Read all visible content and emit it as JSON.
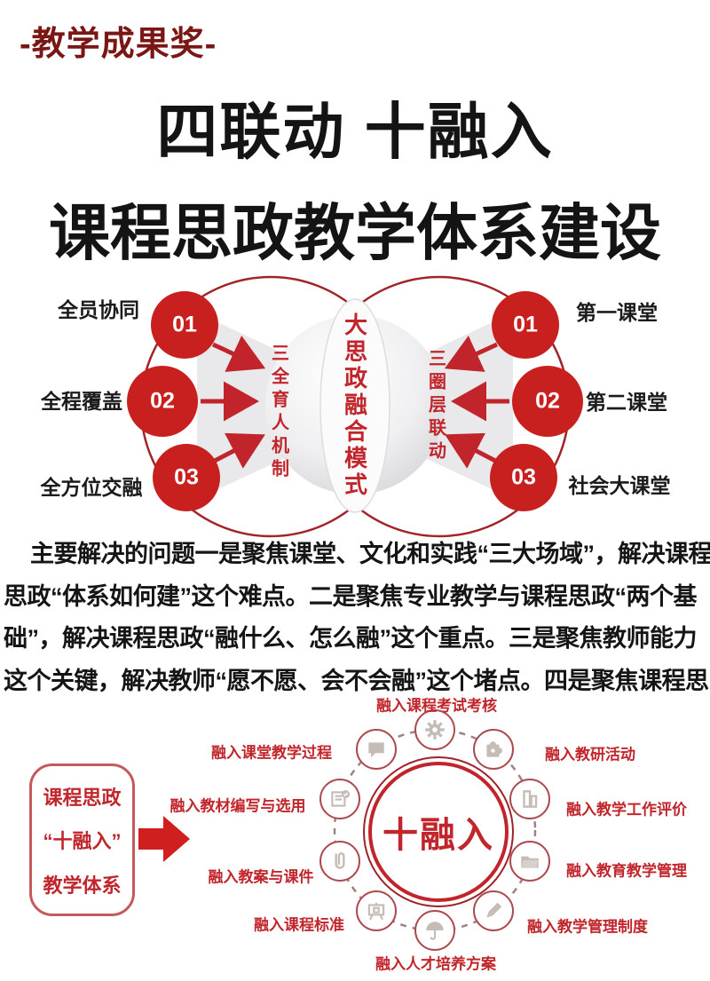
{
  "badge": {
    "label": "-教学成果奖-"
  },
  "title": {
    "line1": "四联动 十融入",
    "line2": "课程思政教学体系建设"
  },
  "linkage_diagram": {
    "center_sphere": "大思政融合模式",
    "left_axis": "三全育人机制",
    "right_axis": "三圈层联动",
    "left_items": [
      {
        "num": "01",
        "label": "全员协同"
      },
      {
        "num": "02",
        "label": "全程覆盖"
      },
      {
        "num": "03",
        "label": "全方位交融"
      }
    ],
    "right_items": [
      {
        "num": "01",
        "label": "第一课堂"
      },
      {
        "num": "02",
        "label": "第二课堂"
      },
      {
        "num": "03",
        "label": "社会大课堂"
      }
    ]
  },
  "paragraph": {
    "lines": [
      "主要解决的问题一是聚焦课堂、文化和实践“三大场域”，解决课程",
      "思政“体系如何建”这个难点。二是聚焦专业教学与课程思政“两个基",
      "础”，解决课程思政“融什么、怎么融”这个重点。三是聚焦教师能力",
      "这个关键，解决教师“愿不愿、会不会融”这个堵点。四是聚焦课程思"
    ]
  },
  "integration_diagram": {
    "source_box": {
      "line1": "课程思政",
      "line2": "“十融入”",
      "line3": "教学体系"
    },
    "center_label": "十融入",
    "items": [
      {
        "label": "融入课程考试考核",
        "icon": "gear-icon"
      },
      {
        "label": "融入教研活动",
        "icon": "puzzle-icon"
      },
      {
        "label": "融入教学工作评价",
        "icon": "bar-chart-icon"
      },
      {
        "label": "融入教育教学管理",
        "icon": "folder-icon"
      },
      {
        "label": "融入教学管理制度",
        "icon": "pencil-icon"
      },
      {
        "label": "融入人才培养方案",
        "icon": "umbrella-icon"
      },
      {
        "label": "融入课程标准",
        "icon": "easel-icon"
      },
      {
        "label": "融入教案与课件",
        "icon": "paperclip-icon"
      },
      {
        "label": "融入教材编写与选用",
        "icon": "document-check-icon"
      },
      {
        "label": "融入课堂教学过程",
        "icon": "speech-bubble-icon"
      }
    ]
  },
  "colors": {
    "badge_maroon": "#7A1715",
    "title_black": "#141414",
    "primary_red": "#C8201F",
    "label_red": "#C0262C",
    "circle_outline": "#A2242B",
    "icon_gray": "#C5BCB8"
  }
}
